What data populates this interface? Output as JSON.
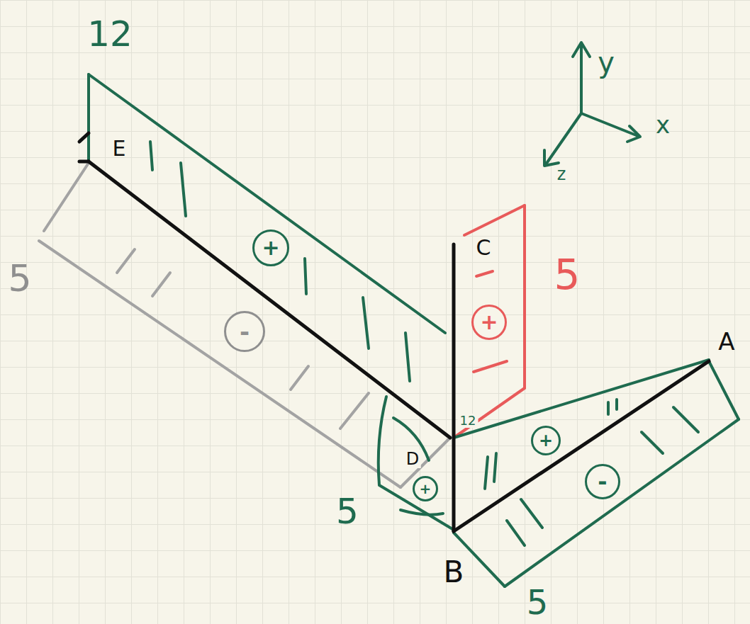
{
  "diagram": {
    "labels": [
      "12",
      "E",
      "C",
      "A",
      "B",
      "D",
      "5",
      "12",
      "5",
      "5",
      "5",
      "y",
      "x",
      "z",
      "+",
      "-",
      "+",
      "+",
      "-",
      "+"
    ]
  }
}
